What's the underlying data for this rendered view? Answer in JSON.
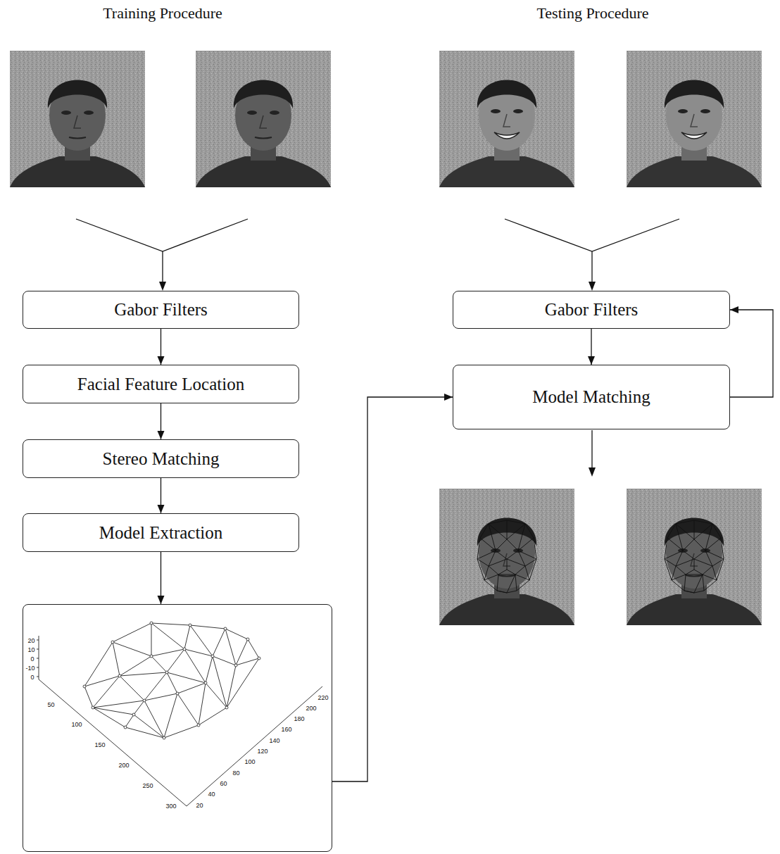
{
  "diagram": {
    "nodes": [
      {
        "text": [
          "Gabor Filters"
        ]
      },
      {
        "text": [
          "Facial Feature Location"
        ]
      },
      {
        "text": [
          "Stereo Matching"
        ]
      },
      {
        "text": [
          "Model Extraction"
        ]
      },
      {
        "text": [
          "20",
          "10",
          "0",
          "-10",
          "0",
          "50",
          "100",
          "150",
          "200",
          "250",
          "300",
          "20",
          "40",
          "60",
          "80",
          "100",
          "120",
          "140",
          "160",
          "180",
          "200",
          "220"
        ]
      },
      {
        "text": [
          "Gabor Filters"
        ]
      },
      {
        "text": [
          "Model Matching"
        ]
      }
    ],
    "edges": [
      {
        "from": 0,
        "to": 1,
        "arrow": "to"
      },
      {
        "from": 1,
        "to": 2,
        "arrow": "to"
      },
      {
        "from": 2,
        "to": 3,
        "arrow": "to"
      },
      {
        "from": 3,
        "to": 4,
        "arrow": "to"
      },
      {
        "from": 4,
        "to": 6,
        "arrow": "to"
      },
      {
        "from": 5,
        "to": 6,
        "arrow": "to"
      },
      {
        "from": 6,
        "to": 5,
        "arrow": "to"
      }
    ],
    "labels": [
      "Training Procedure",
      "Testing Procedure"
    ]
  }
}
